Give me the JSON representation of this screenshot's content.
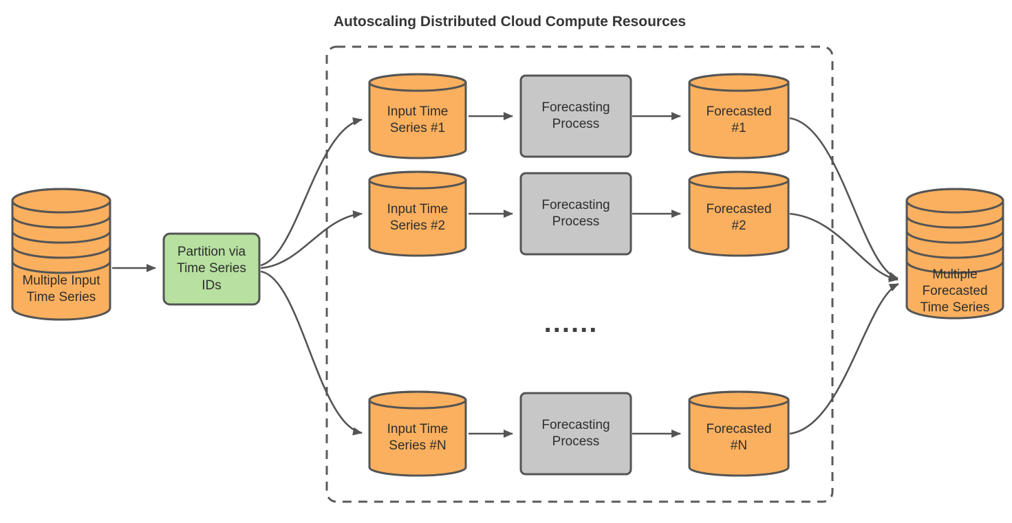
{
  "title": "Autoscaling Distributed Cloud Compute Resources",
  "colors": {
    "cylinder_fill": "#FAB05F",
    "process_fill": "#C7C7C7",
    "partition_fill": "#B7E0A1",
    "stroke": "#545454",
    "text": "#2D2D2D"
  },
  "nodes": {
    "input_store": "Multiple Input\nTime Series",
    "partition": "Partition via\nTime Series\nIDs",
    "ellipsis": "......",
    "output_store": "Multiple\nForecasted\nTime Series",
    "rows": [
      {
        "input": "Input Time\nSeries #1",
        "process": "Forecasting\nProcess",
        "output": "Forecasted\n#1"
      },
      {
        "input": "Input Time\nSeries #2",
        "process": "Forecasting\nProcess",
        "output": "Forecasted\n#2"
      },
      {
        "input": "Input Time\nSeries #N",
        "process": "Forecasting\nProcess",
        "output": "Forecasted\n#N"
      }
    ]
  }
}
